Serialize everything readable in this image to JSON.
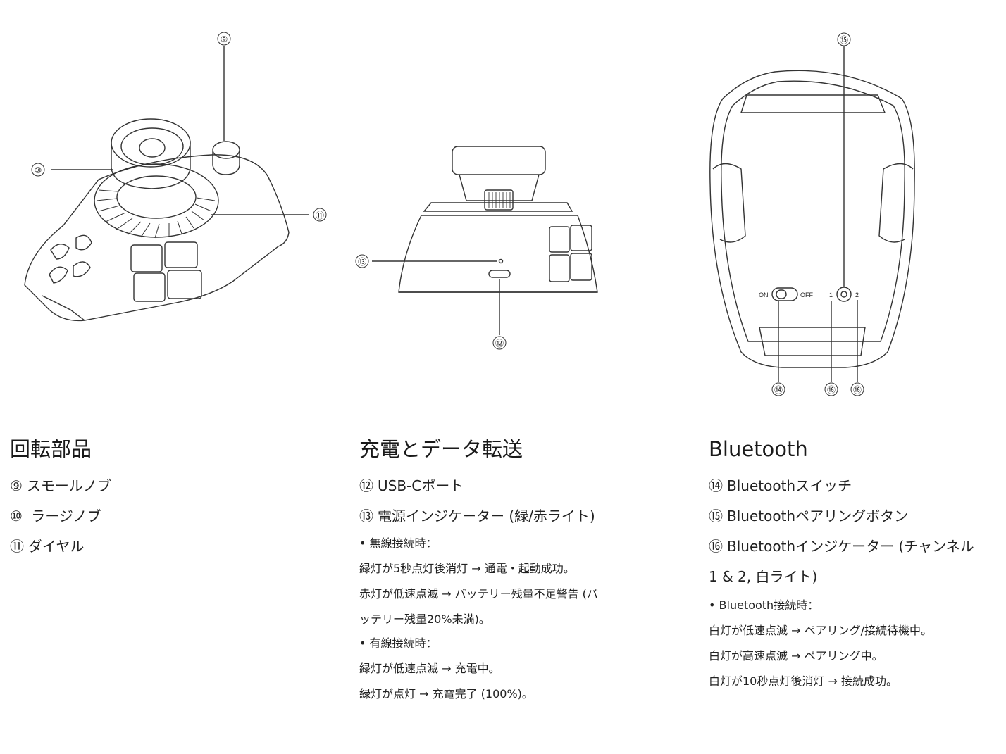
{
  "figures": {
    "front": {
      "callouts": [
        "⑨",
        "⑩",
        "⑪"
      ]
    },
    "side": {
      "callouts": [
        "⑫",
        "⑬"
      ]
    },
    "bottom": {
      "callouts": [
        "⑮",
        "⑭",
        "⑯",
        "⑯"
      ],
      "switch_on": "ON",
      "switch_off": "OFF",
      "channel_1": "1",
      "channel_2": "2"
    }
  },
  "sections": [
    {
      "title": "回転部品",
      "items": [
        {
          "num": "⑨",
          "label": "スモールノブ"
        },
        {
          "num": "⑩",
          "label": " ラージノブ"
        },
        {
          "num": "⑪",
          "label": "ダイヤル"
        }
      ]
    },
    {
      "title": "充電とデータ転送",
      "items": [
        {
          "num": "⑫",
          "label": "USB-Cポート"
        },
        {
          "num": "⑬",
          "label": "電源インジケーター (緑/赤ライト)"
        }
      ],
      "notes": [
        {
          "head": "• 無線接続時：",
          "lines": [
            "緑灯が5秒点灯後消灯 → 通電・起動成功。",
            "赤灯が低速点滅 → バッテリー残量不足警告 (バ",
            "ッテリー残量20%未満)。"
          ]
        },
        {
          "head": "• 有線接続時：",
          "lines": [
            "緑灯が低速点滅 → 充電中。",
            "緑灯が点灯 → 充電完了 (100%)。"
          ]
        }
      ]
    },
    {
      "title": "Bluetooth",
      "items": [
        {
          "num": "⑭",
          "label": "Bluetoothスイッチ"
        },
        {
          "num": "⑮",
          "label": "Bluetoothペアリングボタン"
        },
        {
          "num": "⑯",
          "label": "Bluetoothインジケーター (チャンネル"
        },
        {
          "num": "",
          "label": "1 & 2, 白ライト)"
        }
      ],
      "notes": [
        {
          "head": "• Bluetooth接続時：",
          "lines": [
            "白灯が低速点滅 → ペアリング/接続待機中。",
            "白灯が高速点滅 → ペアリング中。",
            "白灯が10秒点灯後消灯 → 接続成功。"
          ]
        }
      ]
    }
  ]
}
